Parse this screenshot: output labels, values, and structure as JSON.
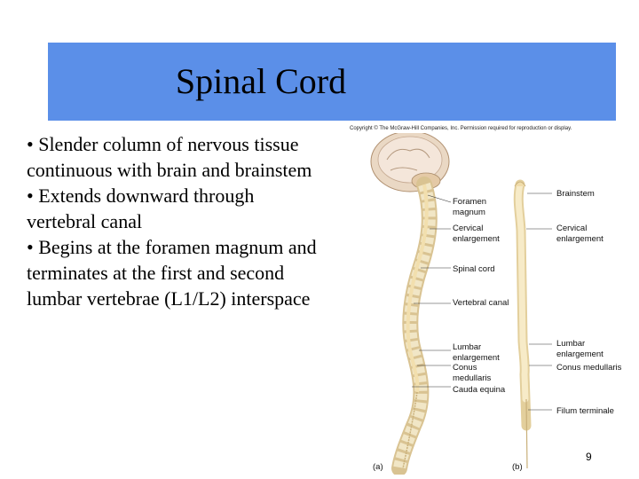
{
  "title": "Spinal Cord",
  "bullets": [
    "• Slender column of nervous tissue continuous with brain and brainstem",
    "• Extends downward through vertebral canal",
    "• Begins at the  foramen magnum and terminates at the first and second lumbar vertebrae (L1/L2) interspace"
  ],
  "figure": {
    "copyright": "Copyright © The McGraw-Hill Companies, Inc. Permission required for reproduction or display.",
    "left_labels": {
      "foramen_magnum": "Foramen magnum",
      "cervical_enlargement": "Cervical enlargement",
      "spinal_cord": "Spinal cord",
      "vertebral_canal": "Vertebral canal",
      "lumbar_enlargement": "Lumbar enlargement",
      "conus_medullaris": "Conus medullaris",
      "cauda_equina": "Cauda equina"
    },
    "right_labels": {
      "brainstem": "Brainstem",
      "cervical_enlargement": "Cervical enlargement",
      "lumbar_enlargement": "Lumbar enlargement",
      "conus_medullaris": "Conus medullaris",
      "filum_terminale": "Filum terminale"
    },
    "panel_a": "(a)",
    "panel_b": "(b)"
  },
  "page_number": "9",
  "colors": {
    "title_bar": "#5b8fe8",
    "bone": "#e8d9b5",
    "cord": "#f2dfae"
  }
}
